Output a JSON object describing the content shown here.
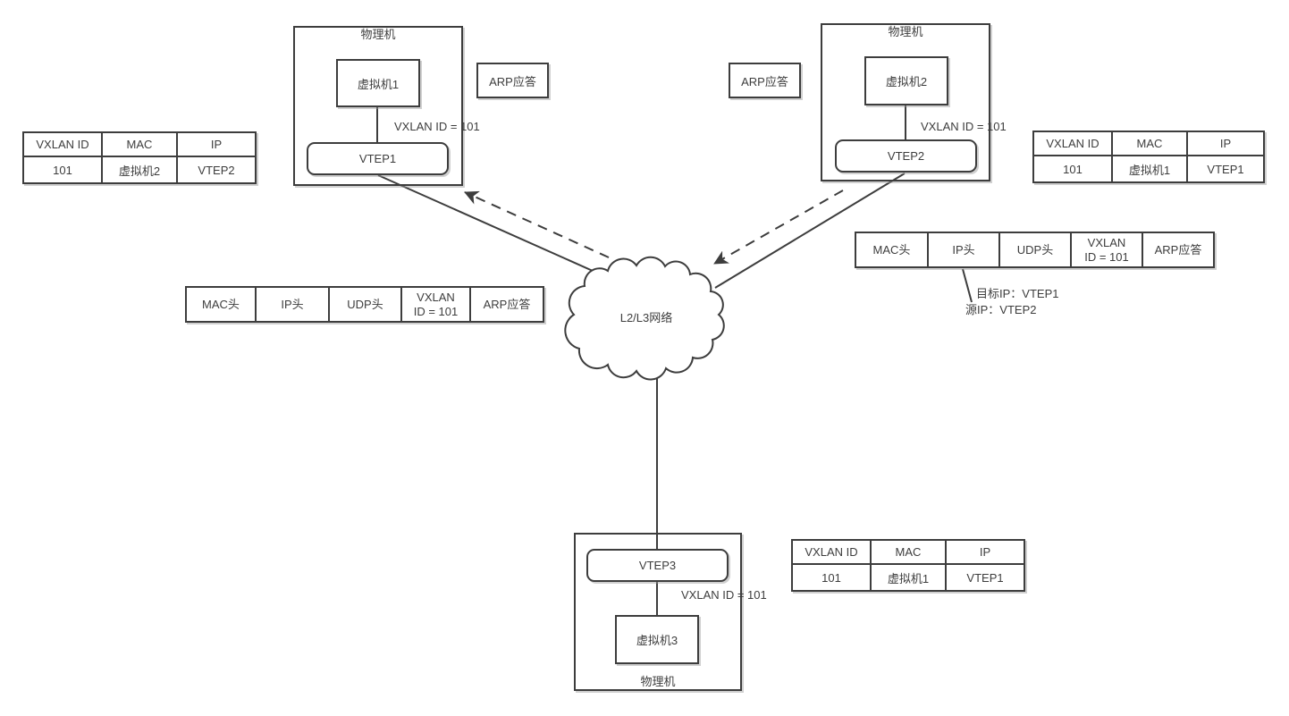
{
  "colors": {
    "stroke": "#3d3d3d",
    "text": "#3d3d3d",
    "background": "#ffffff"
  },
  "machines": {
    "left": {
      "title": "物理机",
      "vm_label": "虚拟机1",
      "vtep_label": "VTEP1",
      "vxlan_label": "VXLAN ID = 101"
    },
    "right": {
      "title": "物理机",
      "vm_label": "虚拟机2",
      "vtep_label": "VTEP2",
      "vxlan_label": "VXLAN ID = 101"
    },
    "bottom": {
      "title": "物理机",
      "vm_label": "虚拟机3",
      "vtep_label": "VTEP3",
      "vxlan_label": "VXLAN ID = 101"
    }
  },
  "arp_reply_left": "ARP应答",
  "arp_reply_right": "ARP应答",
  "cloud_label": "L2/L3网络",
  "tables": {
    "left": {
      "headers": [
        "VXLAN ID",
        "MAC",
        "IP"
      ],
      "row": [
        "101",
        "虚拟机2",
        "VTEP2"
      ]
    },
    "right": {
      "headers": [
        "VXLAN ID",
        "MAC",
        "IP"
      ],
      "row": [
        "101",
        "虚拟机1",
        "VTEP1"
      ]
    },
    "bottom": {
      "headers": [
        "VXLAN ID",
        "MAC",
        "IP"
      ],
      "row": [
        "101",
        "虚拟机1",
        "VTEP1"
      ]
    }
  },
  "packets": {
    "left": {
      "cells": [
        "MAC头",
        "IP头",
        "UDP头",
        "VXLAN\nID = 101",
        "ARP应答"
      ]
    },
    "right": {
      "cells": [
        "MAC头",
        "IP头",
        "UDP头",
        "VXLAN\nID = 101",
        "ARP应答"
      ]
    }
  },
  "annotation": {
    "line1": "目标IP：VTEP1",
    "line2": "源IP：VTEP2"
  }
}
